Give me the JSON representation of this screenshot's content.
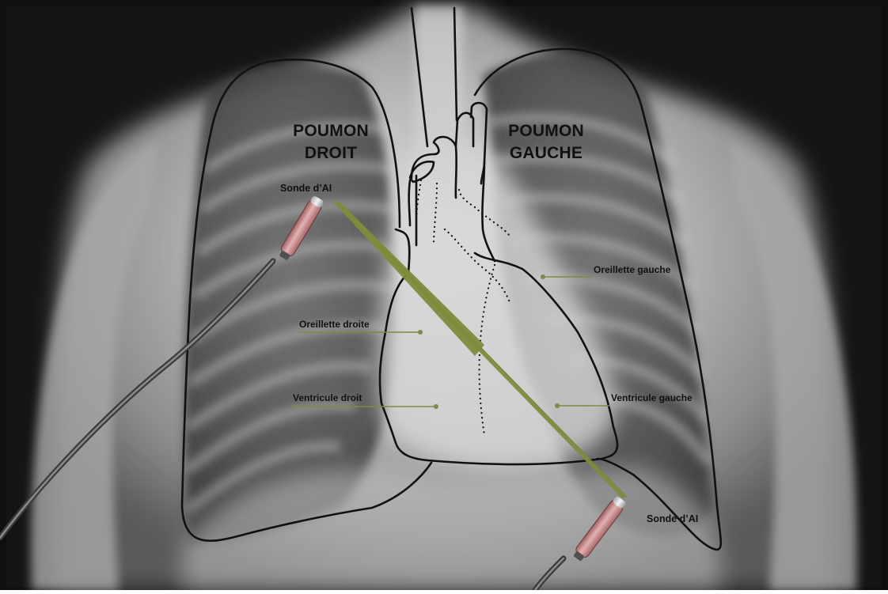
{
  "labels": {
    "right_lung": [
      "POUMON",
      "DROIT"
    ],
    "left_lung": [
      "POUMON",
      "GAUCHE"
    ],
    "probe_top": "Sonde d’AI",
    "probe_bottom": "Sonde d’AI",
    "left_atrium": "Oreillette gauche",
    "right_atrium": "Oreillette droite",
    "right_ventricle": "Ventricule droit",
    "left_ventricle": "Ventricule gauche"
  },
  "colors": {
    "outline": "#111111",
    "leader": "#7d8a45",
    "beam": "#7c8c3c",
    "probe": "#c98b8b",
    "cable": "#6a6a6a"
  }
}
